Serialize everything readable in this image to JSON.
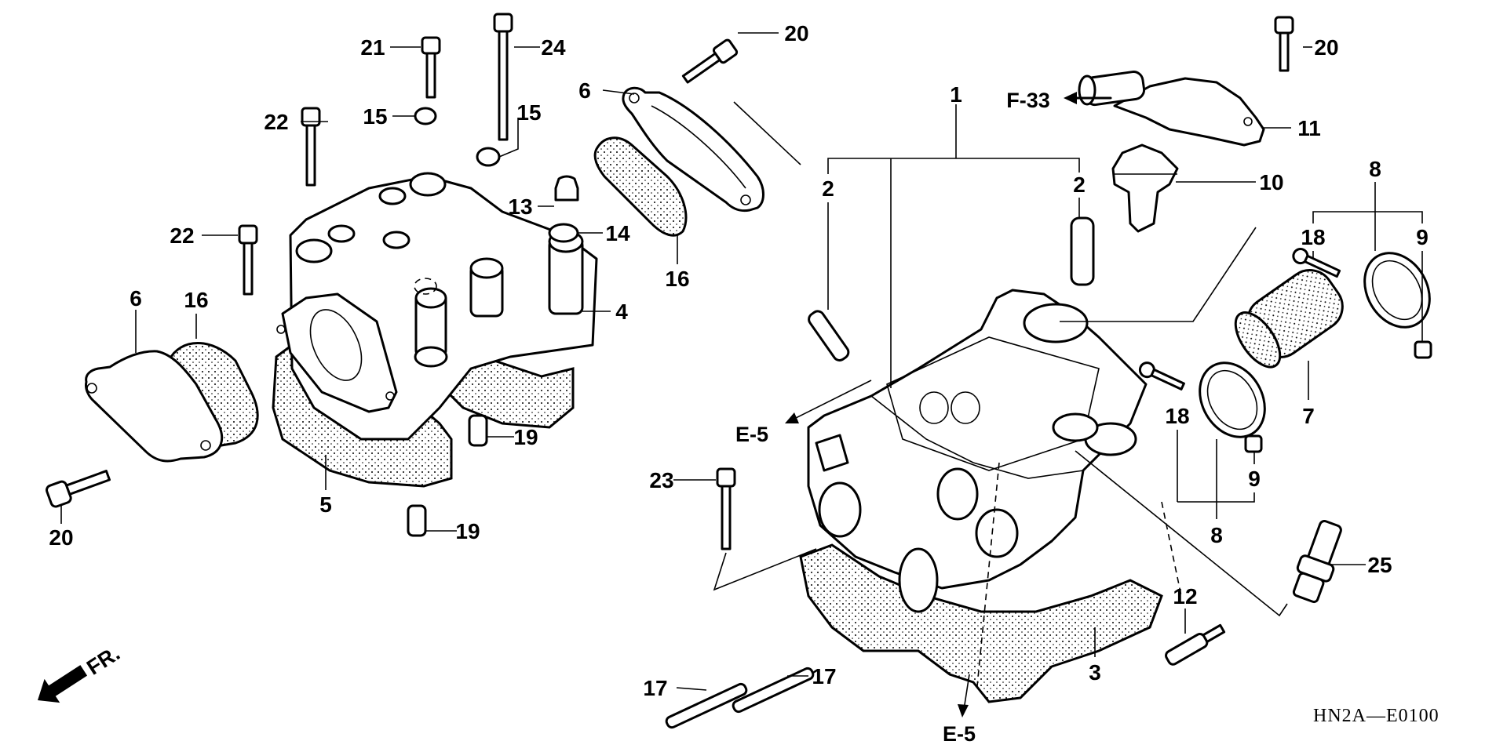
{
  "diagram": {
    "title": "Cylinder Head",
    "code": "HN2A—E0100",
    "front_indicator": "FR.",
    "references": [
      {
        "id": "ref-f33",
        "text": "F-33"
      },
      {
        "id": "ref-e5-left",
        "text": "E-5"
      },
      {
        "id": "ref-e5-bottom",
        "text": "E-5"
      }
    ],
    "callouts": [
      {
        "id": "c21",
        "text": "21"
      },
      {
        "id": "c24",
        "text": "24"
      },
      {
        "id": "c20a",
        "text": "20"
      },
      {
        "id": "c20b",
        "text": "20"
      },
      {
        "id": "c20c",
        "text": "20"
      },
      {
        "id": "c22a",
        "text": "22"
      },
      {
        "id": "c22b",
        "text": "22"
      },
      {
        "id": "c15a",
        "text": "15"
      },
      {
        "id": "c15b",
        "text": "15"
      },
      {
        "id": "c6a",
        "text": "6"
      },
      {
        "id": "c6b",
        "text": "6"
      },
      {
        "id": "c16a",
        "text": "16"
      },
      {
        "id": "c16b",
        "text": "16"
      },
      {
        "id": "c13",
        "text": "13"
      },
      {
        "id": "c14",
        "text": "14"
      },
      {
        "id": "c4",
        "text": "4"
      },
      {
        "id": "c5",
        "text": "5"
      },
      {
        "id": "c19a",
        "text": "19"
      },
      {
        "id": "c19b",
        "text": "19"
      },
      {
        "id": "c1",
        "text": "1"
      },
      {
        "id": "c2a",
        "text": "2"
      },
      {
        "id": "c2b",
        "text": "2"
      },
      {
        "id": "c11",
        "text": "11"
      },
      {
        "id": "c10",
        "text": "10"
      },
      {
        "id": "c8a",
        "text": "8"
      },
      {
        "id": "c8b",
        "text": "8"
      },
      {
        "id": "c18a",
        "text": "18"
      },
      {
        "id": "c18b",
        "text": "18"
      },
      {
        "id": "c9a",
        "text": "9"
      },
      {
        "id": "c9b",
        "text": "9"
      },
      {
        "id": "c7",
        "text": "7"
      },
      {
        "id": "c23",
        "text": "23"
      },
      {
        "id": "c25",
        "text": "25"
      },
      {
        "id": "c12",
        "text": "12"
      },
      {
        "id": "c3",
        "text": "3"
      },
      {
        "id": "c17a",
        "text": "17"
      },
      {
        "id": "c17b",
        "text": "17"
      }
    ]
  }
}
